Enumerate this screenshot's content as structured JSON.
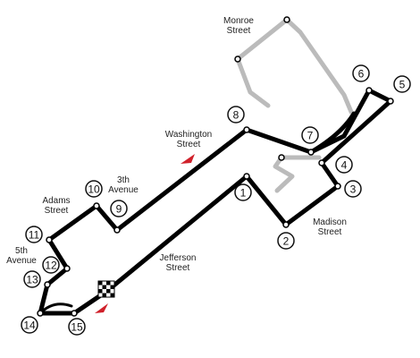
{
  "colors": {
    "track": "#000000",
    "old_track": "#bbbbbb",
    "node": "#ffffff",
    "marker": "#d0202a"
  },
  "streets": {
    "monroe": "Monroe\nStreet",
    "washington": "Washington\nStreet",
    "third_avenue": "3th\nAvenue",
    "adams": "Adams\nStreet",
    "fifth_avenue": "5th\nAvenue",
    "jefferson": "Jefferson\nStreet",
    "madison": "Madison\nStreet"
  },
  "turns": [
    {
      "id": "1",
      "label": "1"
    },
    {
      "id": "2",
      "label": "2"
    },
    {
      "id": "3",
      "label": "3"
    },
    {
      "id": "4",
      "label": "4"
    },
    {
      "id": "5",
      "label": "5"
    },
    {
      "id": "6",
      "label": "6"
    },
    {
      "id": "7",
      "label": "7"
    },
    {
      "id": "8",
      "label": "8"
    },
    {
      "id": "9",
      "label": "9"
    },
    {
      "id": "10",
      "label": "10"
    },
    {
      "id": "11",
      "label": "11"
    },
    {
      "id": "12",
      "label": "12"
    },
    {
      "id": "13",
      "label": "13"
    },
    {
      "id": "14",
      "label": "14"
    },
    {
      "id": "15",
      "label": "15"
    }
  ],
  "icons": [
    "start-finish-flag-icon",
    "direction-arrow-icon"
  ]
}
